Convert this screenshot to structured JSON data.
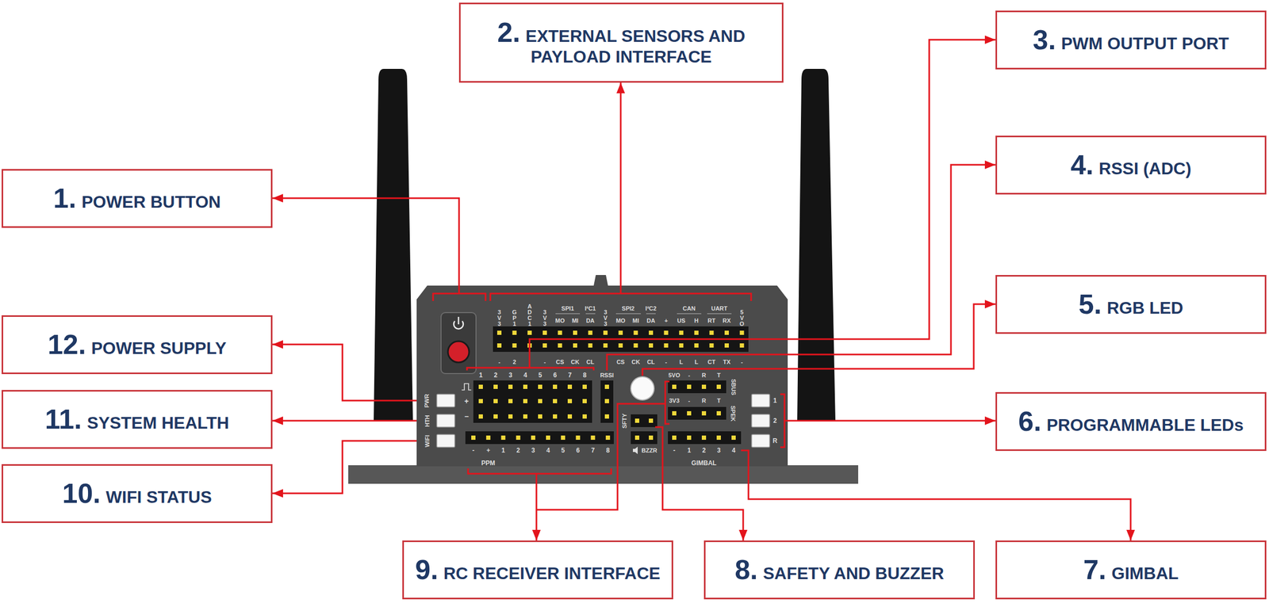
{
  "diagram": {
    "nodes": [
      {
        "text": [
          "1.",
          "POWER BUTTON"
        ]
      },
      {
        "text": [
          "2.",
          "EXTERNAL SENSORS AND PAYLOAD INTERFACE"
        ]
      },
      {
        "text": [
          "3.",
          "PWM OUTPUT PORT"
        ]
      },
      {
        "text": [
          "4.",
          "RSSI (ADC)"
        ]
      },
      {
        "text": [
          "5.",
          "RGB LED"
        ]
      },
      {
        "text": [
          "6.",
          "PROGRAMMABLE LEDs"
        ]
      },
      {
        "text": [
          "7.",
          "GIMBAL"
        ]
      },
      {
        "text": [
          "8.",
          "SAFETY AND BUZZER"
        ]
      },
      {
        "text": [
          "9.",
          "RC RECEIVER INTERFACE"
        ]
      },
      {
        "text": [
          "10.",
          "WIFI STATUS"
        ]
      },
      {
        "text": [
          "11.",
          "SYSTEM HEALTH"
        ]
      },
      {
        "text": [
          "12.",
          "POWER SUPPLY"
        ]
      }
    ],
    "labels": [
      "3V3",
      "GP1",
      "ADC1",
      "3V3",
      "SPI1",
      "MO",
      "MI",
      "I²C1",
      "DA",
      "3V3",
      "SPI2",
      "MO",
      "MI",
      "I²C2",
      "DA",
      "+",
      "CAN",
      "US",
      "H",
      "UART",
      "RT",
      "RX",
      "5VO",
      "-",
      "2",
      "-",
      "CS",
      "CK",
      "CL",
      "CS",
      "CK",
      "CL",
      "-",
      "L",
      "L",
      "CT",
      "TX",
      "-",
      "1",
      "2",
      "3",
      "4",
      "5",
      "6",
      "7",
      "8",
      "RSSI",
      "5VO",
      "-",
      "R",
      "T",
      "+",
      "−",
      "PWR",
      "HTH",
      "WIFI",
      "SBUS",
      "3V3",
      "-",
      "R",
      "T",
      "SPEK",
      "SFTY",
      "1",
      "2",
      "R",
      "-",
      "+",
      "1",
      "2",
      "3",
      "4",
      "5",
      "6",
      "7",
      "8",
      "BZZR",
      "-",
      "1",
      "2",
      "3",
      "4",
      "PPM",
      "GIMBAL"
    ]
  }
}
